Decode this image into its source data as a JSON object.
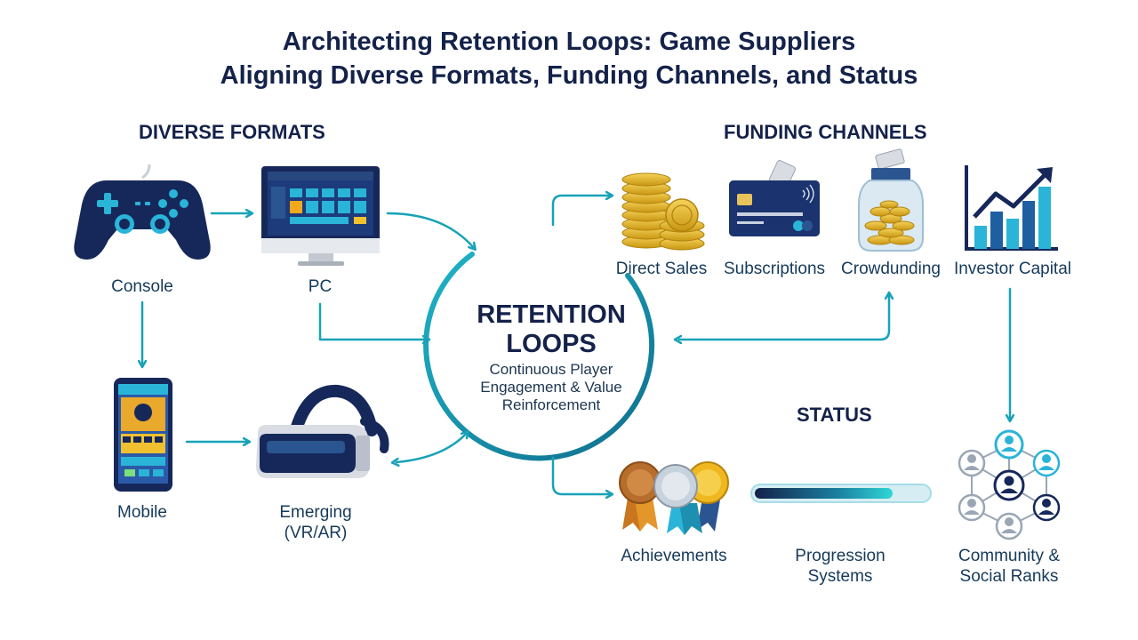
{
  "title": {
    "line1": "Architecting Retention Loops: Game Suppliers",
    "line2": "Aligning Diverse Formats, Funding Channels, and Status"
  },
  "sections": {
    "formats": "DIVERSE FORMATS",
    "funding": "FUNDING CHANNELS",
    "status": "STATUS"
  },
  "center": {
    "title_line1": "RETENTION",
    "title_line2": "LOOPS",
    "subtitle_line1": "Continuous Player",
    "subtitle_line2": "Engagement & Value",
    "subtitle_line3": "Reinforcement"
  },
  "formats": {
    "console": "Console",
    "pc": "PC",
    "mobile": "Mobile",
    "emerging_line1": "Emerging",
    "emerging_line2": "(VR/AR)"
  },
  "funding": {
    "direct_sales": "Direct Sales",
    "subscriptions": "Subscriptions",
    "crowdfunding": "Crowdunding",
    "investor_capital": "Investor Capital"
  },
  "status": {
    "achievements": "Achievements",
    "progression_line1": "Progression",
    "progression_line2": "Systems",
    "community_line1": "Community &",
    "community_line2": "Social Ranks"
  },
  "colors": {
    "navy": "#14224a",
    "teal": "#17a2b8",
    "gold": "#e8b923"
  },
  "icons": [
    "gamepad-icon",
    "monitor-icon",
    "smartphone-icon",
    "vr-headset-icon",
    "coin-stack-icon",
    "credit-card-icon",
    "coin-jar-icon",
    "growth-chart-icon",
    "medal-icon",
    "progress-bar-icon",
    "social-network-icon"
  ]
}
